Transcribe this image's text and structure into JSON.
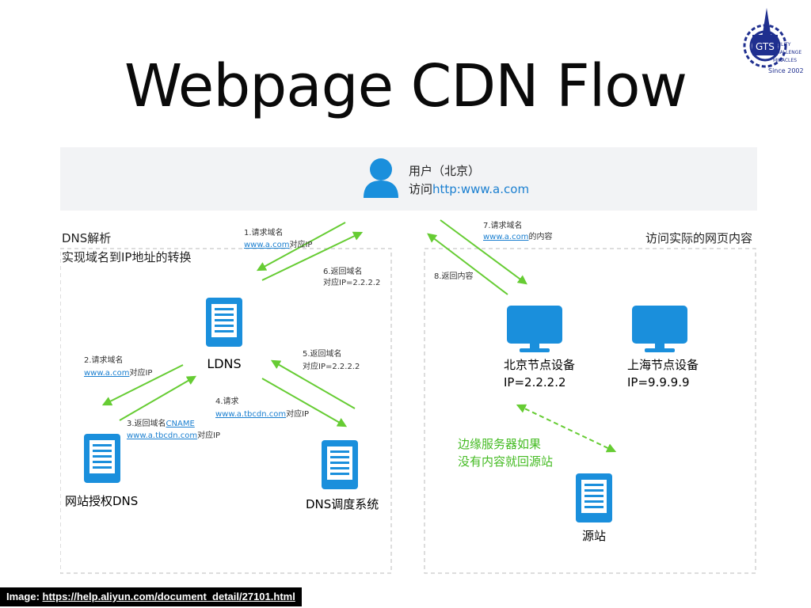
{
  "title": "Webpage CDN Flow",
  "logo_lines": [
    "ABILITY",
    "CHALLENGE",
    "MIRACLES",
    "Since 2002"
  ],
  "user": {
    "line1": "用户（北京）",
    "line2_prefix": "访问",
    "line2_url": "http:www.a.com"
  },
  "left_panel": {
    "title1": "DNS解析",
    "title2": "实现域名到IP地址的转换"
  },
  "right_panel": {
    "title": "访问实际的网页内容"
  },
  "nodes": {
    "ldns": "LDNS",
    "auth_dns": "网站授权DNS",
    "dns_sched": "DNS调度系统",
    "beijing_name": "北京节点设备",
    "beijing_ip": "IP=2.2.2.2",
    "shanghai_name": "上海节点设备",
    "shanghai_ip": "IP=9.9.9.9",
    "origin": "源站"
  },
  "steps": {
    "s1_a": "1.请求域名",
    "s1_b": "www.a.com",
    "s1_c": "对应IP",
    "s2_a": "2.请求域名",
    "s2_b": "www.a.com",
    "s2_c": "对应IP",
    "s3_a": "3.返回域名",
    "s3_a2": "CNAME",
    "s3_b": "www.a.tbcdn.com",
    "s3_c": "对应IP",
    "s4_a": "4.请求",
    "s4_b": "www.a.tbcdn.com",
    "s4_c": "对应IP",
    "s5_a": "5.返回域名",
    "s5_b": "对应IP=2.2.2.2",
    "s6_a": "6.返回域名",
    "s6_b": "对应IP=2.2.2.2",
    "s7_a": "7.请求域名",
    "s7_b": "www.a.com",
    "s7_c": "的内容",
    "s8_a": "8.返回内容"
  },
  "edge_note": {
    "line1": "边缘服务器如果",
    "line2": "没有内容就回源站"
  },
  "footer": {
    "label": "Image:",
    "url": "https://help.aliyun.com/document_detail/27101.html"
  },
  "colors": {
    "arrow": "#66cc33",
    "icon": "#1a8fdc",
    "link": "#1a7fd0",
    "note": "#44bb22",
    "panel": "#f2f3f5"
  }
}
